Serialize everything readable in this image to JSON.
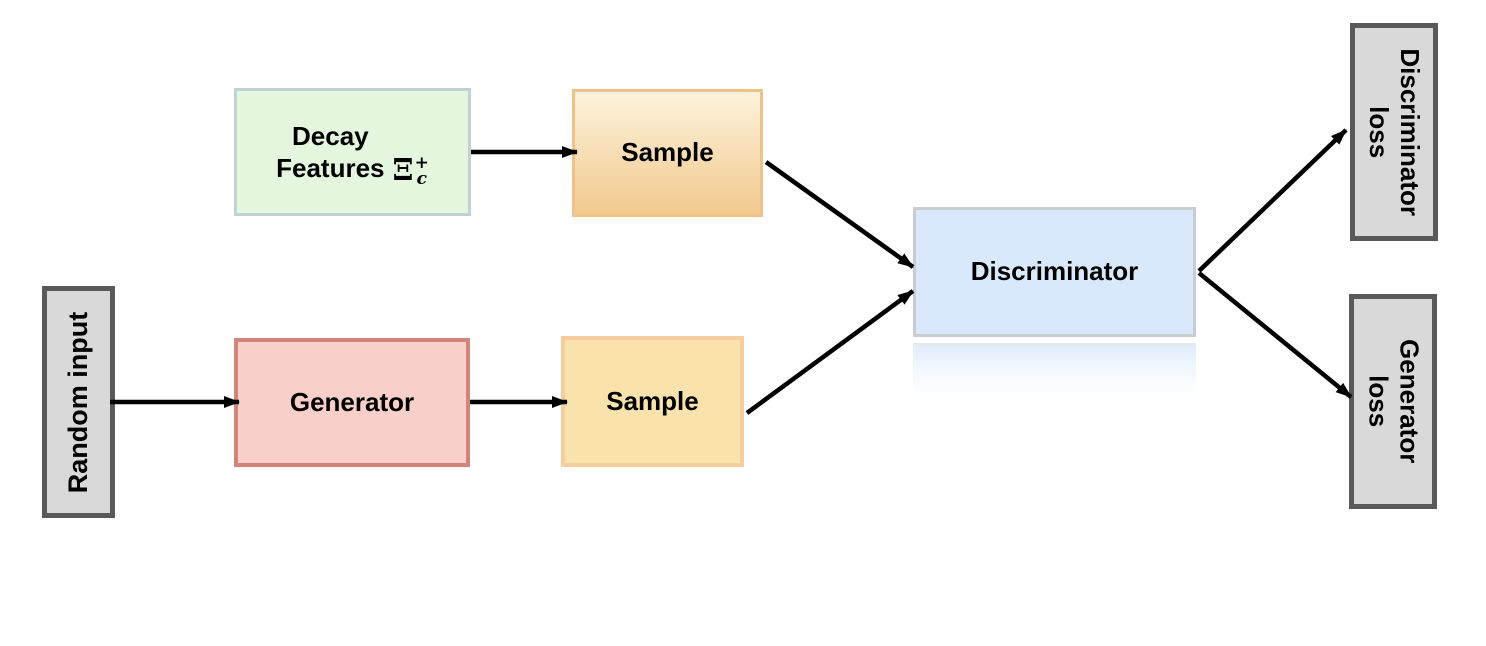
{
  "colors": {
    "bg": "#ffffff",
    "text": "#000000",
    "arrow": "#000000",
    "green-fill": "#e4f6de",
    "green-border": "#c0d2d4",
    "sample-top-fill-start": "#fdf3dc",
    "sample-top-fill-end": "#f2c98e",
    "sample-top-border": "#eec28b",
    "sample-bottom-fill": "#f9e2ab",
    "sample-bottom-border": "#f5cd9e",
    "gray-fill": "#d9d9d9",
    "gray-border": "#595959",
    "generator-fill": "#f8cfc9",
    "generator-border": "#d2857c",
    "discriminator-fill": "#d9e9fb",
    "discriminator-border": "#c8cdd3"
  },
  "nodes": {
    "decay_features": {
      "line1": "Decay",
      "line2": "Features",
      "symbol_base": "Ξ",
      "symbol_sup": "+",
      "symbol_sub": "c"
    },
    "sample_top": {
      "label": "Sample"
    },
    "random_input": {
      "label": "Random input"
    },
    "generator": {
      "label": "Generator"
    },
    "sample_bottom": {
      "label": "Sample"
    },
    "discriminator": {
      "label": "Discriminator"
    },
    "discriminator_loss": {
      "line1": "Discriminator",
      "line2": "loss"
    },
    "generator_loss": {
      "line1": "Generator",
      "line2": "loss"
    }
  },
  "edges": [
    {
      "from": "decay_features",
      "to": "sample_top"
    },
    {
      "from": "random_input",
      "to": "generator"
    },
    {
      "from": "generator",
      "to": "sample_bottom"
    },
    {
      "from": "sample_top",
      "to": "discriminator"
    },
    {
      "from": "sample_bottom",
      "to": "discriminator"
    },
    {
      "from": "discriminator",
      "to": "discriminator_loss"
    },
    {
      "from": "discriminator",
      "to": "generator_loss"
    }
  ]
}
